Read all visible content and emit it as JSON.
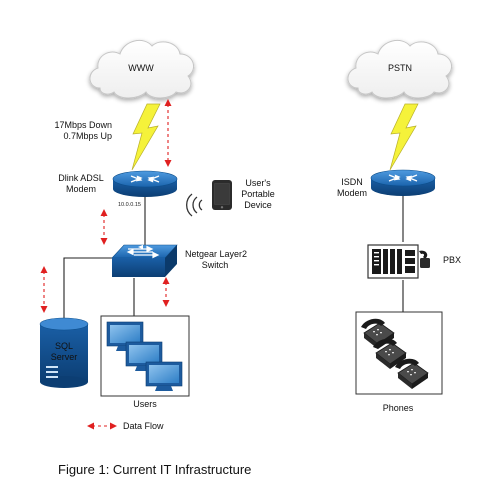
{
  "clouds": {
    "www": "WWW",
    "pstn": "PSTN"
  },
  "links": {
    "adsl_speed_down": "17Mbps Down",
    "adsl_speed_up": "0.7Mbps Up"
  },
  "devices": {
    "dlink_modem_line1": "Dlink ADSL",
    "dlink_modem_line2": "Modem",
    "modem_ip": "10.0.0.15",
    "portable_line1": "User's",
    "portable_line2": "Portable",
    "portable_line3": "Device",
    "switch_line1": "Netgear Layer2",
    "switch_line2": "Switch",
    "sql_line1": "SQL",
    "sql_line2": "Server",
    "users": "Users",
    "isdn_line1": "ISDN",
    "isdn_line2": "Modem",
    "pbx": "PBX",
    "phones": "Phones"
  },
  "legend": {
    "data_flow": "Data Flow"
  },
  "caption": "Figure 1: Current IT Infrastructure",
  "icons": [
    "cloud-icon",
    "lightning-icon",
    "router-icon",
    "switch-icon",
    "tablet-icon",
    "server-icon",
    "monitor-icon",
    "pbx-icon",
    "telephone-icon",
    "data-flow-arrow-icon"
  ],
  "colors": {
    "device_blue": "#1f6fb8",
    "device_dark": "#0d4f8c",
    "lightning": "#f2f230",
    "data_flow": "#e02020",
    "cloud_fill": "#ffffff",
    "cloud_stroke": "#c8c8c8"
  }
}
